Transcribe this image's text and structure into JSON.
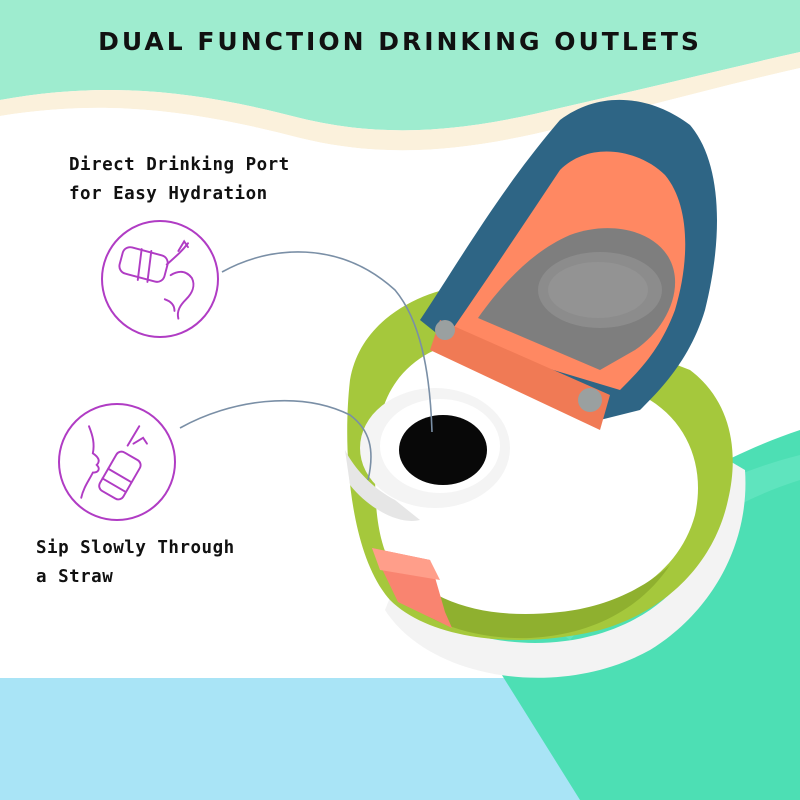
{
  "banner": {
    "title": "DUAL FUNCTION DRINKING OUTLETS"
  },
  "features": [
    {
      "line1": "Direct Drinking Port",
      "line2": "for Easy Hydration",
      "icon": "drinking-port-icon"
    },
    {
      "line1": "Sip Slowly Through",
      "line2": "a Straw",
      "icon": "straw-sipping-icon"
    }
  ],
  "colors": {
    "mint_band": "#9eeccf",
    "cream_wave": "#fbf1dc",
    "sky_blue": "#a9e4f6",
    "bottle_teal": "#4ddfb4",
    "lid_green": "#a5c83c",
    "flip_cap_blue": "#2e6585",
    "hinge_orange": "#ff8862",
    "icon_purple": "#b03cc4"
  }
}
